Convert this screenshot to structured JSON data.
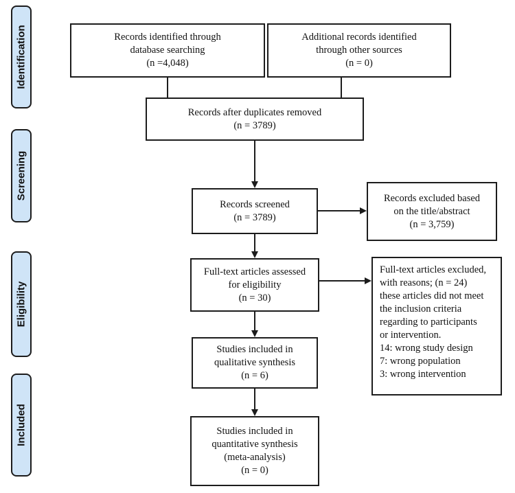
{
  "phases": {
    "identification": "Identification",
    "screening": "Screening",
    "eligibility": "Eligibility",
    "included": "Included"
  },
  "boxes": {
    "db_search": [
      "Records identified through",
      "database searching",
      "(n =4,048)"
    ],
    "other_sources": [
      "Additional records identified",
      "through other sources",
      "(n = 0)"
    ],
    "duplicates_removed": [
      "Records after duplicates removed",
      "(n = 3789)"
    ],
    "screened": [
      "Records screened",
      "(n = 3789)"
    ],
    "excluded_title": [
      "Records excluded based",
      "on the title/abstract",
      "(n = 3,759)"
    ],
    "fulltext_assessed": [
      "Full-text articles assessed",
      "for eligibility",
      "(n = 30)"
    ],
    "fulltext_excluded": [
      "Full-text articles excluded,",
      "with reasons; (n = 24)",
      "these articles did not meet",
      "the inclusion criteria",
      "regarding to participants",
      "or intervention.",
      "14: wrong study design",
      "7: wrong population",
      "3: wrong intervention"
    ],
    "qualitative": [
      "Studies included in",
      "qualitative synthesis",
      "(n = 6)"
    ],
    "quantitative": [
      "Studies included in",
      "quantitative synthesis",
      "(meta-analysis)",
      "(n = 0)"
    ]
  }
}
